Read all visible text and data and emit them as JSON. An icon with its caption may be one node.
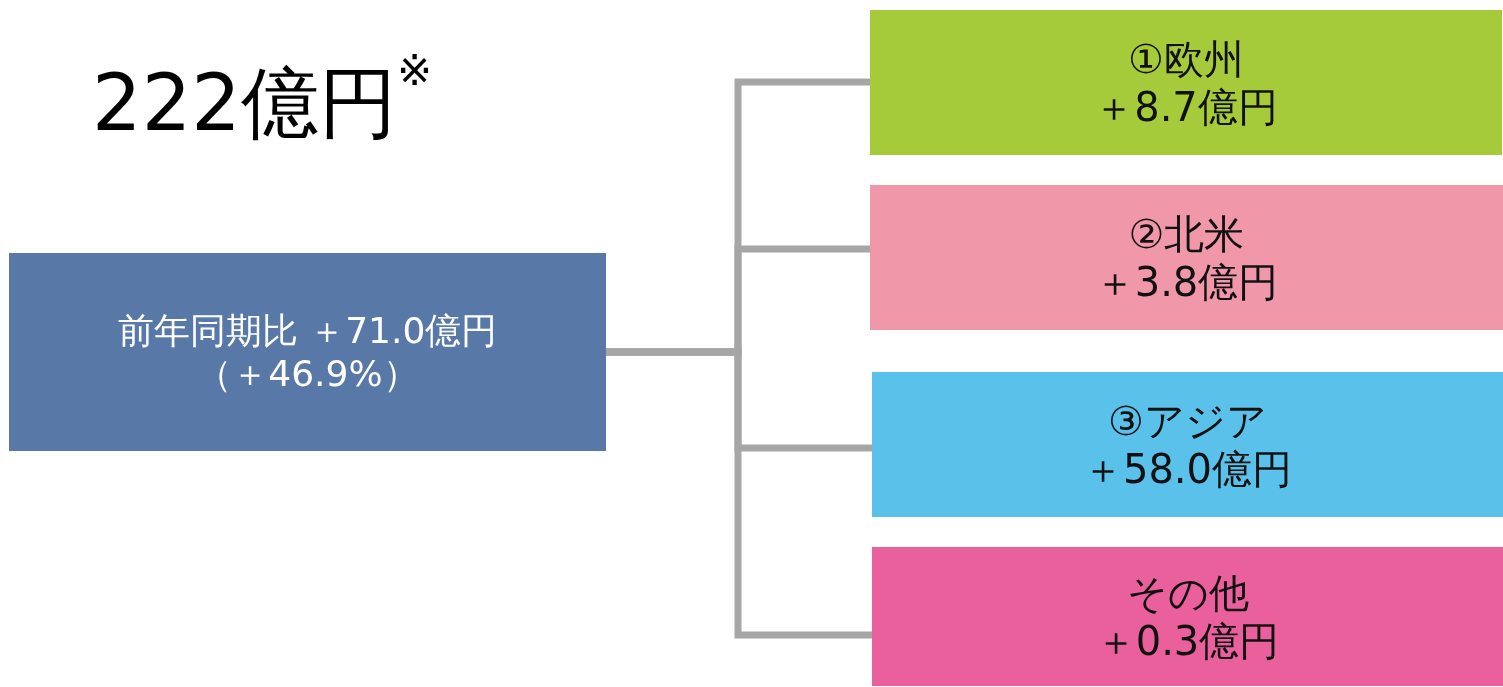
{
  "diagram": {
    "title": "222億円$^{※}$",
    "nodes": [
      {
        "text": [
          "前年同期比 ＋71.0億円",
          "（＋46.9%）"
        ]
      },
      {
        "text": [
          "①欧州",
          "＋8.7億円"
        ]
      },
      {
        "text": [
          "②北米",
          "＋3.8億円"
        ]
      },
      {
        "text": [
          "③アジア",
          "＋58.0億円"
        ]
      },
      {
        "text": [
          "その他",
          "＋0.3億円"
        ]
      }
    ],
    "edges": [
      {
        "from": 0,
        "to": 1,
        "arrow": "none"
      },
      {
        "from": 0,
        "to": 2,
        "arrow": "none"
      },
      {
        "from": 0,
        "to": 3,
        "arrow": "none"
      },
      {
        "from": 0,
        "to": 4,
        "arrow": "none"
      }
    ]
  }
}
